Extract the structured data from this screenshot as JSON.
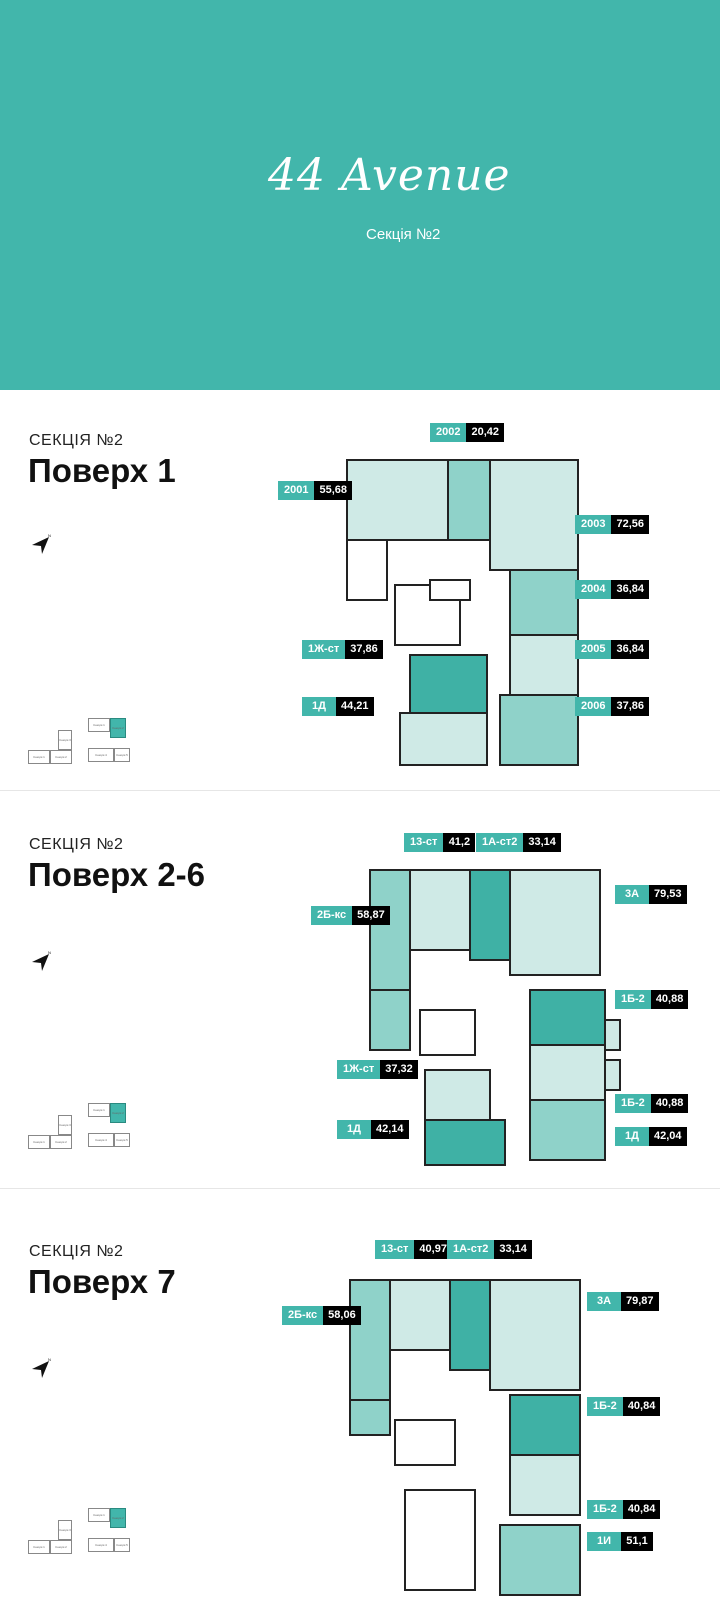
{
  "header": {
    "logo": "44 Avenue",
    "subtitle": "Секція №2",
    "color": "#42b6ab"
  },
  "sections": [
    {
      "section_label": "СЕКЦІЯ №2",
      "floor_title": "Поверх 1",
      "apartments": [
        {
          "type": "2002",
          "area": "20,42"
        },
        {
          "type": "2001",
          "area": "55,68"
        },
        {
          "type": "2003",
          "area": "72,56"
        },
        {
          "type": "2004",
          "area": "36,84"
        },
        {
          "type": "1Ж-ст",
          "area": "37,86"
        },
        {
          "type": "2005",
          "area": "36,84"
        },
        {
          "type": "1Д",
          "area": "44,21"
        },
        {
          "type": "2006",
          "area": "37,86"
        }
      ]
    },
    {
      "section_label": "СЕКЦІЯ №2",
      "floor_title": "Поверх 2-6",
      "apartments": [
        {
          "type": "13-ст",
          "area": "41,2"
        },
        {
          "type": "1А-ст2",
          "area": "33,14"
        },
        {
          "type": "2Б-кс",
          "area": "58,87"
        },
        {
          "type": "3А",
          "area": "79,53"
        },
        {
          "type": "1Б-2",
          "area": "40,88"
        },
        {
          "type": "1Ж-ст",
          "area": "37,32"
        },
        {
          "type": "1Б-2",
          "area": "40,88"
        },
        {
          "type": "1Д",
          "area": "42,14"
        },
        {
          "type": "1Д",
          "area": "42,04"
        }
      ]
    },
    {
      "section_label": "СЕКЦІЯ №2",
      "floor_title": "Поверх 7",
      "apartments": [
        {
          "type": "13-ст",
          "area": "40,97"
        },
        {
          "type": "1А-ст2",
          "area": "33,14"
        },
        {
          "type": "2Б-кс",
          "area": "58,06"
        },
        {
          "type": "3А",
          "area": "79,87"
        },
        {
          "type": "1Б-2",
          "area": "40,84"
        },
        {
          "type": "1Б-2",
          "area": "40,84"
        },
        {
          "type": "1И",
          "area": "51,1"
        }
      ]
    }
  ],
  "key_plan": {
    "blocks": [
      "Секція 1",
      "Секція 2",
      "Секція 3",
      "Секція 4",
      "Секція 5"
    ]
  }
}
